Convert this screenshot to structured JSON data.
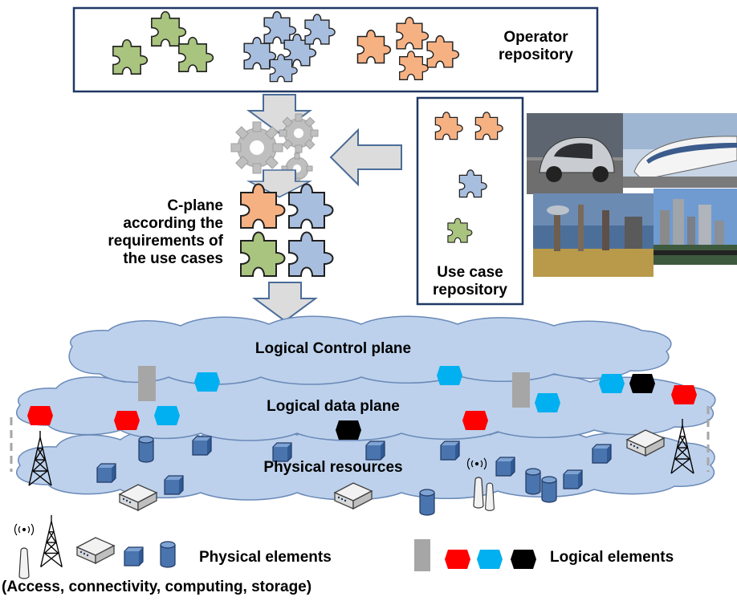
{
  "operator_repository": {
    "label": "Operator\nrepository"
  },
  "use_case_repository": {
    "label": "Use case\nrepository"
  },
  "cplane_caption": {
    "label": "C-plane\naccording the\nrequirements of\nthe use cases"
  },
  "planes": {
    "control": "Logical Control plane",
    "data": "Logical data plane",
    "physical": "Physical resources"
  },
  "legend": {
    "physical": "Physical elements",
    "logical": "Logical elements",
    "note": "(Access, connectivity, computing, storage)"
  },
  "colors": {
    "puzzle_green": "#a9c47f",
    "puzzle_blue": "#a8bedf",
    "puzzle_orange": "#f6b183",
    "cloud_fill": "#bdd1ec",
    "cloud_stroke": "#6a8ab8",
    "arrow_fill": "#dcdcdc",
    "box_stroke": "#1f3864",
    "cube": "#4a74ad",
    "hex_red": "#ff0000",
    "hex_cyan": "#00b0f0",
    "hex_black": "#000000",
    "server_gray": "#a6a6a6"
  },
  "icons": [
    "puzzle-piece-icon",
    "gear-icon",
    "arrow-icon",
    "cloud-icon",
    "cube-icon",
    "cylinder-icon",
    "router-icon",
    "antenna-tower-icon",
    "hexagon-icon",
    "server-icon"
  ],
  "photos": [
    "car-photo",
    "train-photo",
    "factory-photo",
    "city-photo"
  ]
}
